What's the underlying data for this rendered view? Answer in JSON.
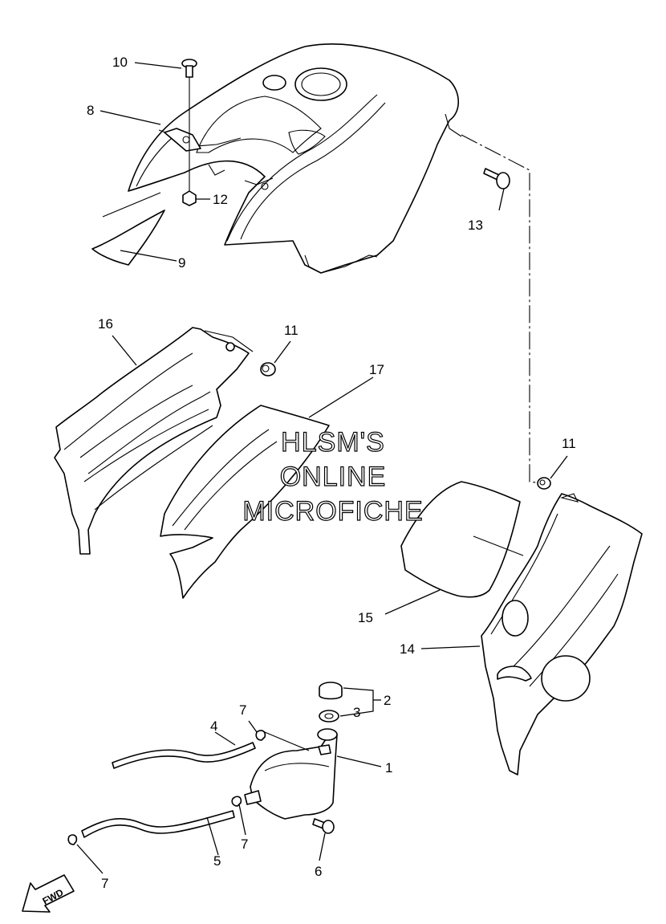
{
  "diagram": {
    "callouts": [
      "1",
      "2",
      "3",
      "4",
      "5",
      "6",
      "7",
      "7",
      "7",
      "8",
      "9",
      "10",
      "11",
      "11",
      "12",
      "13",
      "14",
      "15",
      "16",
      "17"
    ],
    "watermark": [
      "HLSM'S",
      "ONLINE",
      "MICROFICHE"
    ],
    "fwd_label": "FWD"
  }
}
